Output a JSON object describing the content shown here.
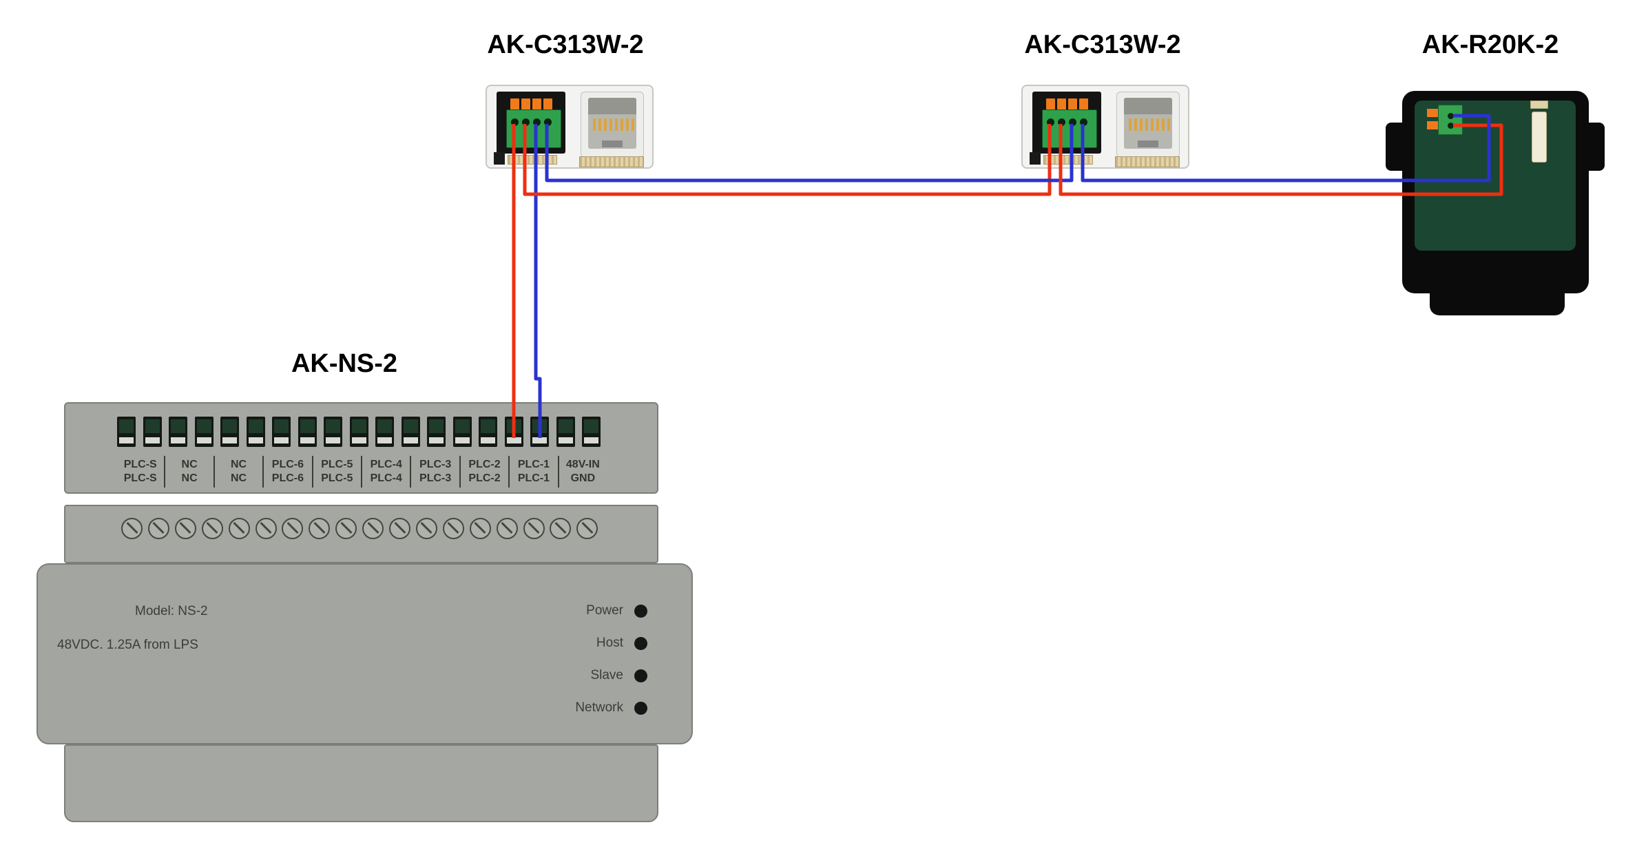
{
  "titles": {
    "c313w_1": "AK-C313W-2",
    "c313w_2": "AK-C313W-2",
    "r20k": "AK-R20K-2",
    "ns2": "AK-NS-2"
  },
  "ns2": {
    "model_label": "Model: NS-2",
    "power_label": "48VDC. 1.25A from LPS",
    "terminal_labels": [
      {
        "top": "PLC-S",
        "bottom": "PLC-S"
      },
      {
        "top": "NC",
        "bottom": "NC"
      },
      {
        "top": "NC",
        "bottom": "NC"
      },
      {
        "top": "PLC-6",
        "bottom": "PLC-6"
      },
      {
        "top": "PLC-5",
        "bottom": "PLC-5"
      },
      {
        "top": "PLC-4",
        "bottom": "PLC-4"
      },
      {
        "top": "PLC-3",
        "bottom": "PLC-3"
      },
      {
        "top": "PLC-2",
        "bottom": "PLC-2"
      },
      {
        "top": "PLC-1",
        "bottom": "PLC-1"
      },
      {
        "top": "48V-IN",
        "bottom": "GND"
      }
    ],
    "leds": [
      {
        "label": "Power"
      },
      {
        "label": "Host"
      },
      {
        "label": "Slave"
      },
      {
        "label": "Network"
      }
    ],
    "terminal_count": 19,
    "screw_count": 18
  },
  "wiring": {
    "red": "#ee2f12",
    "blue": "#2a33cf"
  }
}
